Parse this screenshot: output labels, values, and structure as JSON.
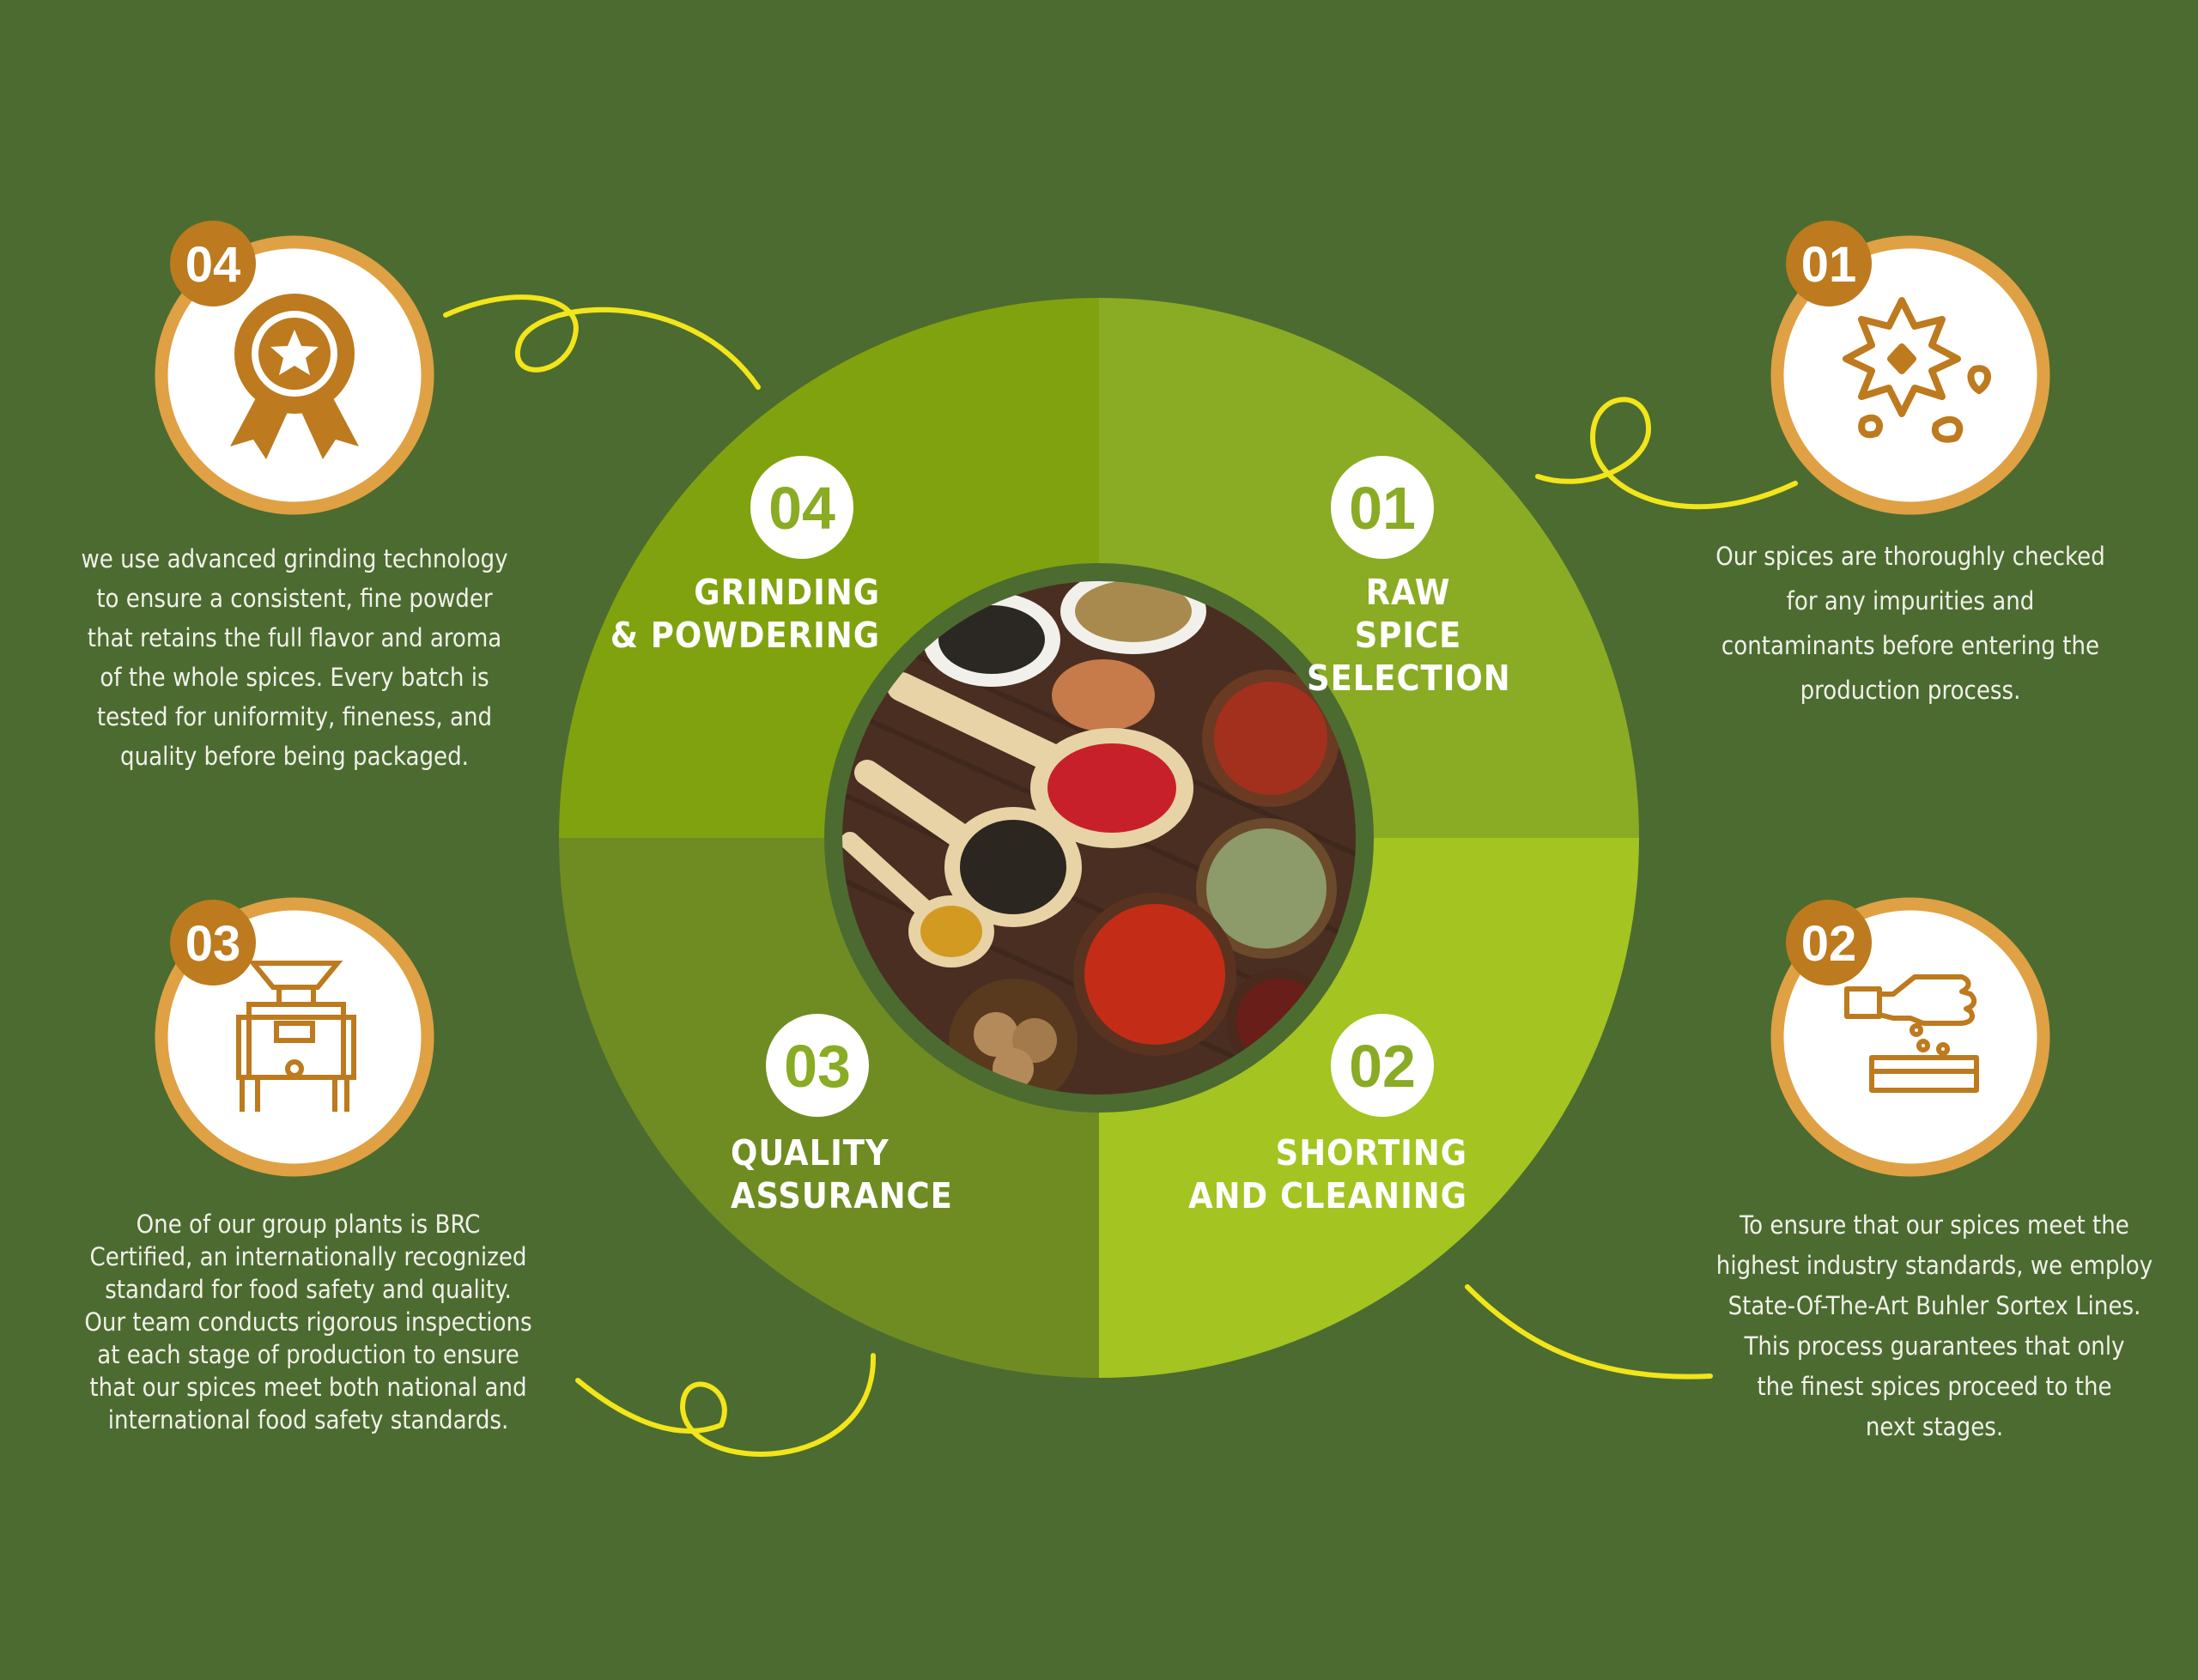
{
  "colors": {
    "background": "#4c6b30",
    "quadrant_01": "#8aab24",
    "quadrant_02": "#a3c421",
    "quadrant_03": "#6f8c22",
    "quadrant_04": "#80a20e",
    "badge": "#bd7a1e",
    "ring": "#dfa144",
    "swirl": "#f2e51a"
  },
  "steps": [
    {
      "number": "01",
      "title_line1": "RAW SPICE",
      "title_line2": "SELECTION",
      "icon": "flower-seeds-icon",
      "description": [
        "Our spices are thoroughly checked",
        "for any impurities and",
        "contaminants before entering the",
        "production process."
      ]
    },
    {
      "number": "02",
      "title_line1": "SHORTING",
      "title_line2": "AND CLEANING",
      "icon": "hand-sorting-icon",
      "description": [
        "To ensure that our spices meet the",
        "highest industry standards, we employ",
        "State-Of-The-Art Buhler Sortex Lines.",
        "This process guarantees that only",
        "the finest spices proceed to the",
        "next stages."
      ]
    },
    {
      "number": "03",
      "title_line1": "QUALITY",
      "title_line2": "ASSURANCE",
      "icon": "grinding-machine-icon",
      "description": [
        "One of our group plants is BRC",
        "Certified, an internationally recognized",
        "standard for food safety and quality.",
        "Our team conducts rigorous inspections",
        "at each stage of production to ensure",
        "that our spices meet both national and",
        "international food safety standards."
      ]
    },
    {
      "number": "04",
      "title_line1": "GRINDING",
      "title_line2": "& POWDERING",
      "icon": "award-badge-icon",
      "description": [
        "we use advanced grinding technology",
        "to ensure a consistent, fine powder",
        "that retains the full flavor and aroma",
        "of the whole spices. Every batch is",
        "tested for uniformity, fineness, and",
        "quality before being packaged."
      ]
    }
  ]
}
